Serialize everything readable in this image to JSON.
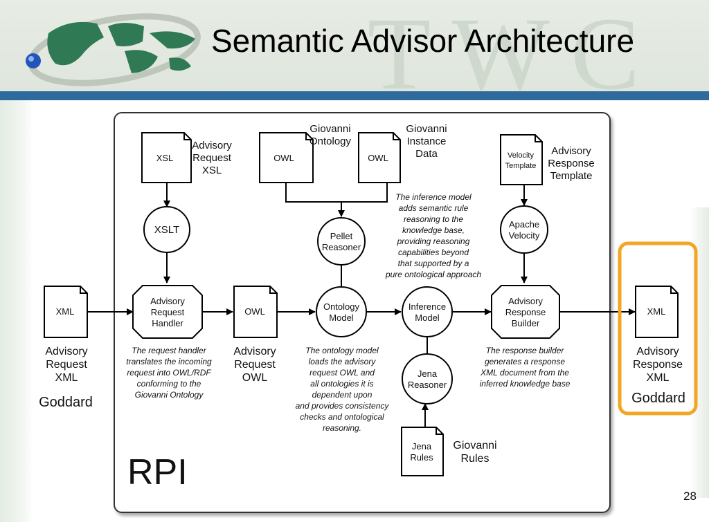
{
  "slide": {
    "title": "Semantic Advisor Architecture",
    "watermark": "TWC",
    "page_number": "28"
  },
  "colors": {
    "header_band": "#2e6a9b",
    "highlight": "#f2a623",
    "globe_dot": "#2255bb",
    "land": "#2f7a55"
  },
  "docs": {
    "xsl": "XSL",
    "owl_onto": "OWL",
    "owl_inst": "OWL",
    "velocity": [
      "Velocity",
      "Template"
    ],
    "xml_in": "XML",
    "owl_req": "OWL",
    "xml_out": "XML",
    "jena_rules": [
      "Jena",
      "Rules"
    ]
  },
  "processes": {
    "xslt": "XSLT",
    "pellet": [
      "Pellet",
      "Reasoner"
    ],
    "apache": [
      "Apache",
      "Velocity"
    ],
    "ontology_model": [
      "Ontology",
      "Model"
    ],
    "inference_model": [
      "Inference",
      "Model"
    ],
    "jena_reasoner": [
      "Jena",
      "Reasoner"
    ]
  },
  "components": {
    "request_handler": [
      "Advisory",
      "Request",
      "Handler"
    ],
    "response_builder": [
      "Advisory",
      "Response",
      "Builder"
    ]
  },
  "labels": {
    "advisory_request_xsl": [
      "Advisory",
      "Request",
      "XSL"
    ],
    "giovanni_ontology": [
      "Giovanni",
      "Ontology"
    ],
    "giovanni_instance": [
      "Giovanni",
      "Instance",
      "Data"
    ],
    "advisory_response_template": [
      "Advisory",
      "Response",
      "Template"
    ],
    "advisory_request_xml": [
      "Advisory",
      "Request",
      "XML"
    ],
    "advisory_request_owl": [
      "Advisory",
      "Request",
      "OWL"
    ],
    "advisory_response_xml": [
      "Advisory",
      "Response",
      "XML"
    ],
    "goddard_left": "Goddard",
    "goddard_right": "Goddard",
    "giovanni_rules": [
      "Giovanni",
      "Rules"
    ],
    "rpi": "RPI"
  },
  "notes": {
    "inference": [
      "The inference model",
      "adds semantic rule",
      "reasoning to the",
      "knowledge base,",
      "providing reasoning",
      "capabilities beyond",
      "that supported by a",
      "pure ontological approach"
    ],
    "request_handler": [
      "The request handler",
      "translates the incoming",
      "request into OWL/RDF",
      "conforming to the",
      "Giovanni Ontology"
    ],
    "ontology_model": [
      "The ontology model",
      "loads the advisory",
      "request OWL and",
      "all ontologies it is",
      "dependent upon",
      "and provides consistency",
      "checks and ontological",
      "reasoning."
    ],
    "response_builder": [
      "The response builder",
      "generates a response",
      "XML document from the",
      "inferred knowledge base"
    ]
  }
}
